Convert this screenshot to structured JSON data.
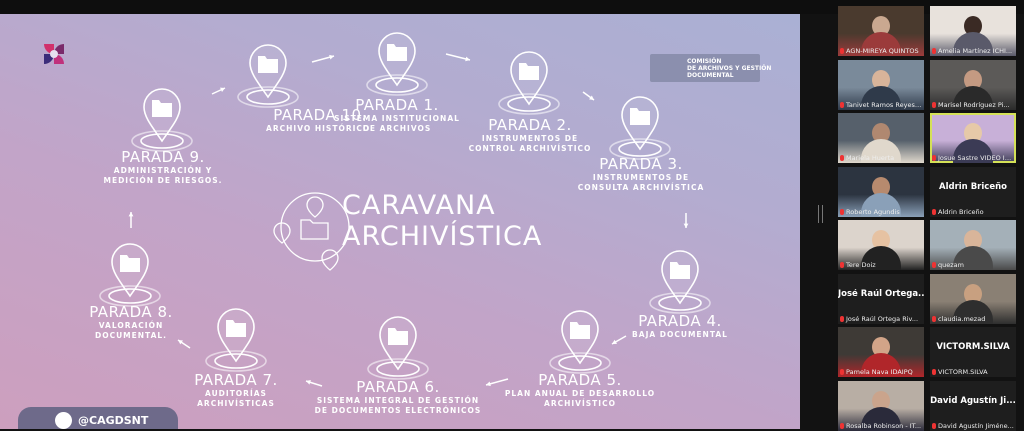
{
  "slide": {
    "title_line1": "CARAVANA",
    "title_line2": "ARCHIVÍSTICA",
    "commission": [
      "COMISIÓN",
      "DE ARCHIVOS Y GESTIÓN",
      "DOCUMENTAL"
    ],
    "twitter_handle": "@CAGDSNT",
    "stops": [
      {
        "title": "PARADA 1.",
        "desc": [
          "SISTEMA INSTITUCIONAL",
          "DE ARCHIVOS"
        ]
      },
      {
        "title": "PARADA 2.",
        "desc": [
          "INSTRUMENTOS DE",
          "CONTROL ARCHIVÍSTICO"
        ]
      },
      {
        "title": "PARADA 3.",
        "desc": [
          "INSTRUMENTOS DE",
          "CONSULTA ARCHIVÍSTICA"
        ]
      },
      {
        "title": "PARADA 4.",
        "desc": [
          "BAJA DOCUMENTAL"
        ]
      },
      {
        "title": "PARADA 5.",
        "desc": [
          "PLAN ANUAL DE DESARROLLO",
          "ARCHIVÍSTICO"
        ]
      },
      {
        "title": "PARADA 6.",
        "desc": [
          "SISTEMA INTEGRAL DE GESTIÓN",
          "DE DOCUMENTOS ELECTRÓNICOS"
        ]
      },
      {
        "title": "PARADA 7.",
        "desc": [
          "AUDITORÍAS",
          "ARCHIVÍSTICAS"
        ]
      },
      {
        "title": "PARADA 8.",
        "desc": [
          "VALORACIÓN",
          "DOCUMENTAL."
        ]
      },
      {
        "title": "PARADA 9.",
        "desc": [
          "ADMINISTRACIÓN Y",
          "MEDICIÓN DE RIESGOS."
        ]
      },
      {
        "title": "PARADA 10.",
        "desc": [
          "ARCHIVO HISTÓRICO."
        ]
      }
    ]
  },
  "participants": [
    {
      "name": "AGN-MIREYA QUINTOS",
      "type": "video"
    },
    {
      "name": "Amelia Martínez ICHI...",
      "type": "video"
    },
    {
      "name": "Tanivet Ramos Reyes ...",
      "type": "video"
    },
    {
      "name": "Marisel Rodríguez Pi...",
      "type": "video"
    },
    {
      "name": "Mariela Huerta",
      "type": "video"
    },
    {
      "name": "Josue Sastre VIDEO INAI",
      "type": "video",
      "active": true
    },
    {
      "name": "Roberto Agundis",
      "type": "video"
    },
    {
      "name": "Aldrin Briceño",
      "type": "name",
      "display": "Aldrin Briceño"
    },
    {
      "name": "Tere Doiz",
      "type": "video"
    },
    {
      "name": "quezam",
      "type": "video"
    },
    {
      "name": "José Raúl Ortega Riv...",
      "type": "name",
      "display": "José Raúl Ortega..."
    },
    {
      "name": "claudia.mezad",
      "type": "video"
    },
    {
      "name": "Pamela Nava IDAIPQ",
      "type": "video"
    },
    {
      "name": "VICTORM.SILVA",
      "type": "name",
      "display": "VICTORM.SILVA"
    },
    {
      "name": "Rosalba Robinson - IT...",
      "type": "video"
    },
    {
      "name": "David Agustín Jiméne...",
      "type": "name",
      "display": "David Agustín Ji..."
    }
  ],
  "colors": {
    "slide_accent": "#ffffff",
    "active_speaker": "#d4e157",
    "mic_muted": "#e33333"
  }
}
